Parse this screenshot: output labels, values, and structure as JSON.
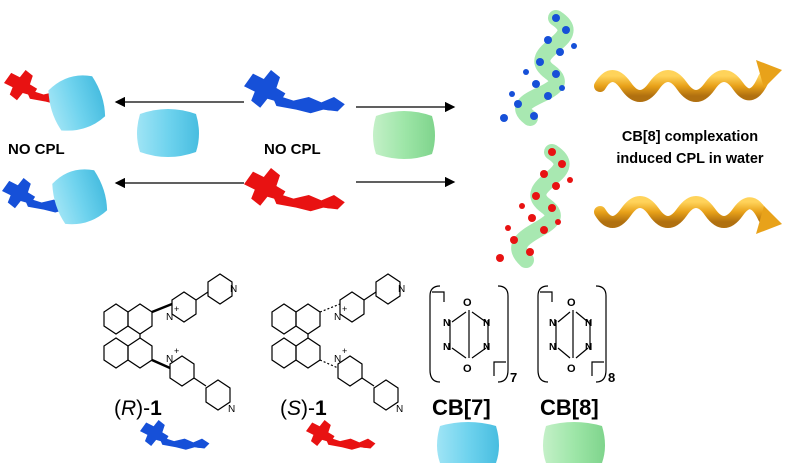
{
  "labels": {
    "no_cpl_left": "NO CPL",
    "no_cpl_center": "NO CPL",
    "caption_line1": "CB[8] complexation",
    "caption_line2": "induced CPL in water",
    "r1_prefix": "(",
    "r1_letter": "R",
    "r1_suffix": ")-",
    "r1_number": "1",
    "s1_prefix": "(",
    "s1_letter": "S",
    "s1_suffix": ")-",
    "s1_number": "1",
    "cb7": "CB[7]",
    "cb8": "CB[8]",
    "cb7_subscript": "7",
    "cb8_subscript": "8",
    "atom_o": "O",
    "atom_n": "N",
    "atom_n_plus": "N",
    "plus": "+"
  },
  "colors": {
    "r_enantiomer": "#1650d8",
    "s_enantiomer": "#e81212",
    "cb7": "#6fd3ee",
    "cb8": "#9ee6a8",
    "helix": "#e8a21a"
  }
}
